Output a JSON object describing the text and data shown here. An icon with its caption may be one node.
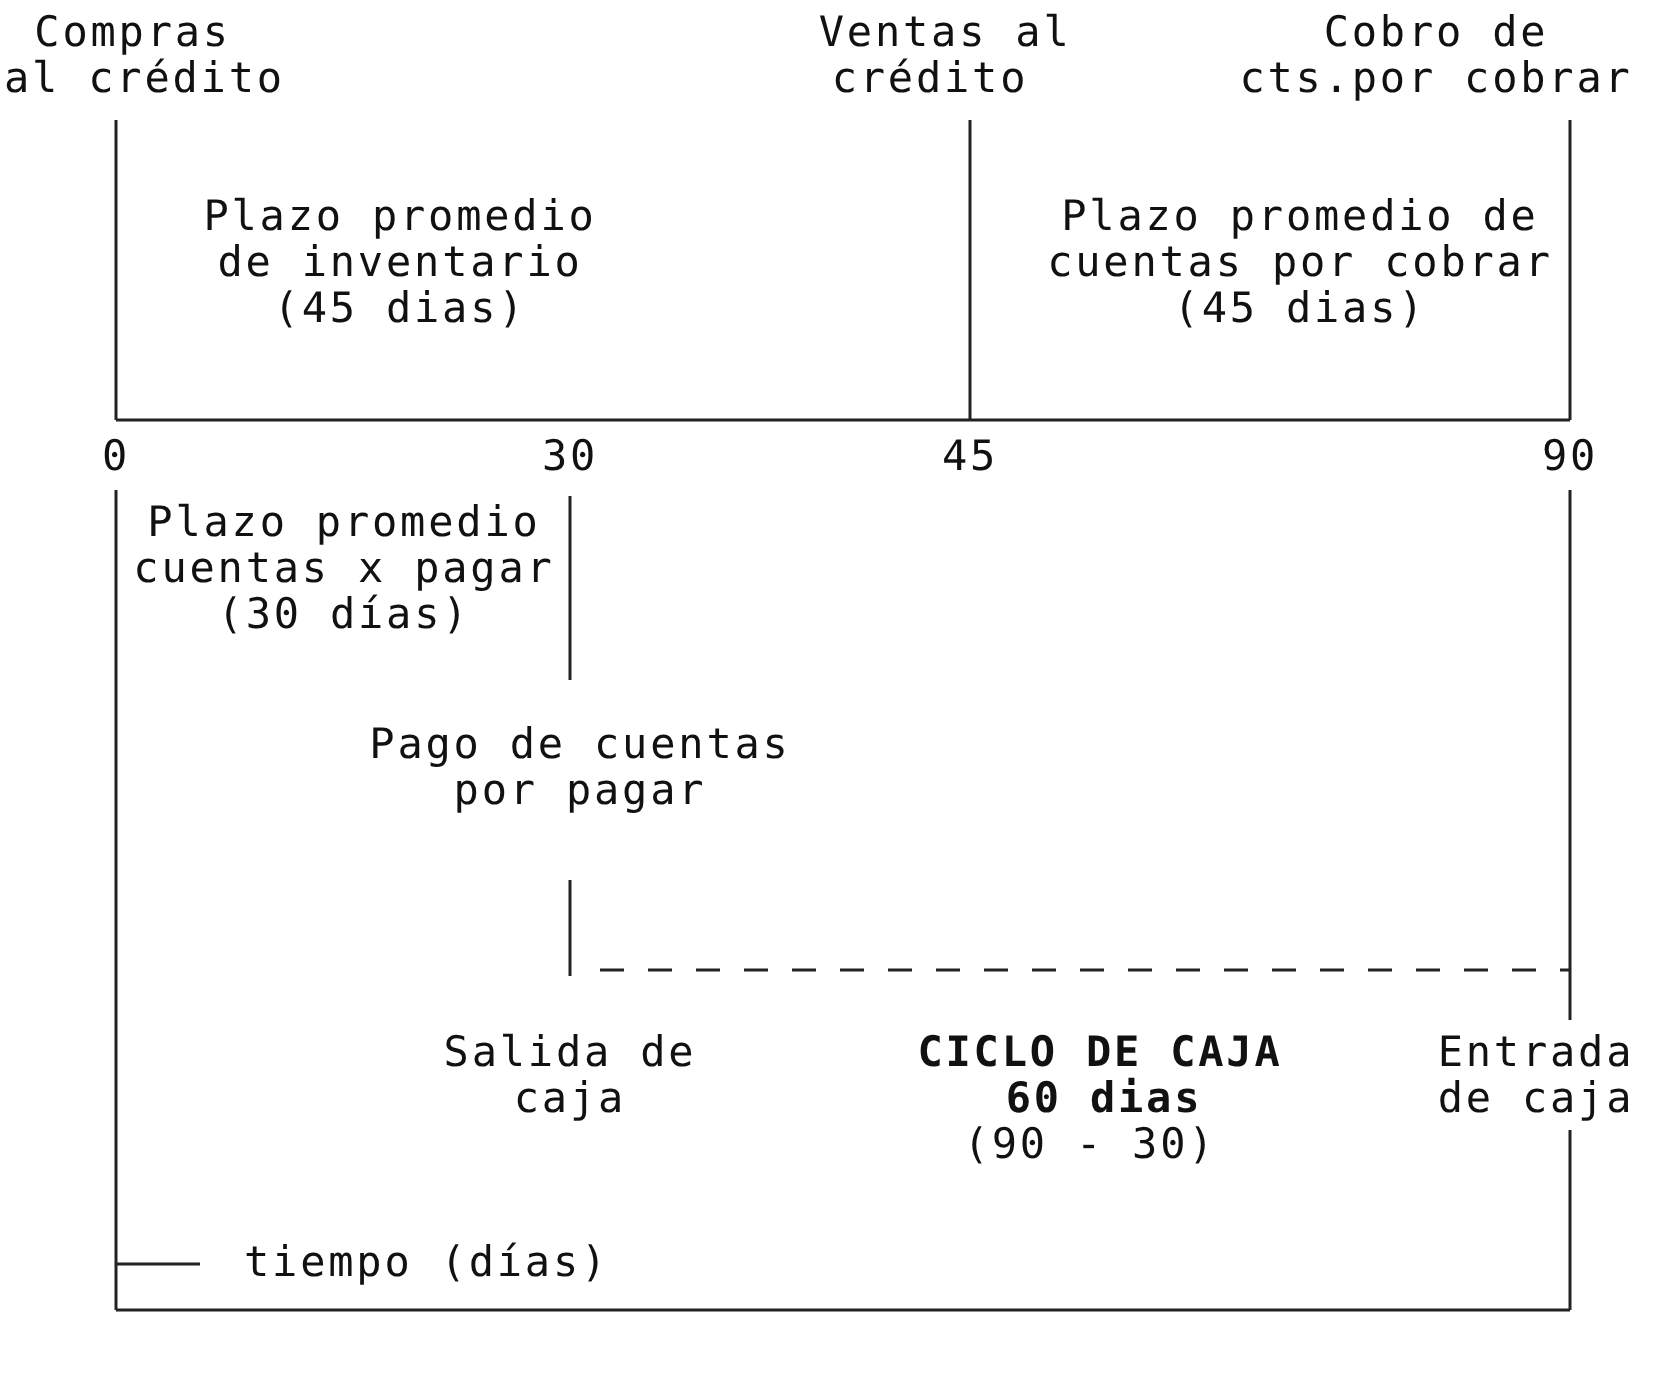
{
  "diagram": {
    "labels": [
      "Compras al crédito",
      "Ventas al crédito",
      "Cobro de cts.por cobrar",
      "Plazo promedio de inventario (45 dias)",
      "Plazo promedio de cuentas por cobrar (45 dias)",
      "0",
      "30",
      "45",
      "90",
      "Plazo promedio cuentas x pagar (30 días)",
      "Pago de cuentas por pagar",
      "Salida de caja",
      "CICLO DE CAJA",
      "60 dias",
      "(90 - 30)",
      "Entrada de caja"
    ],
    "legend": [
      {
        "text": "tiempo (días)"
      }
    ]
  }
}
